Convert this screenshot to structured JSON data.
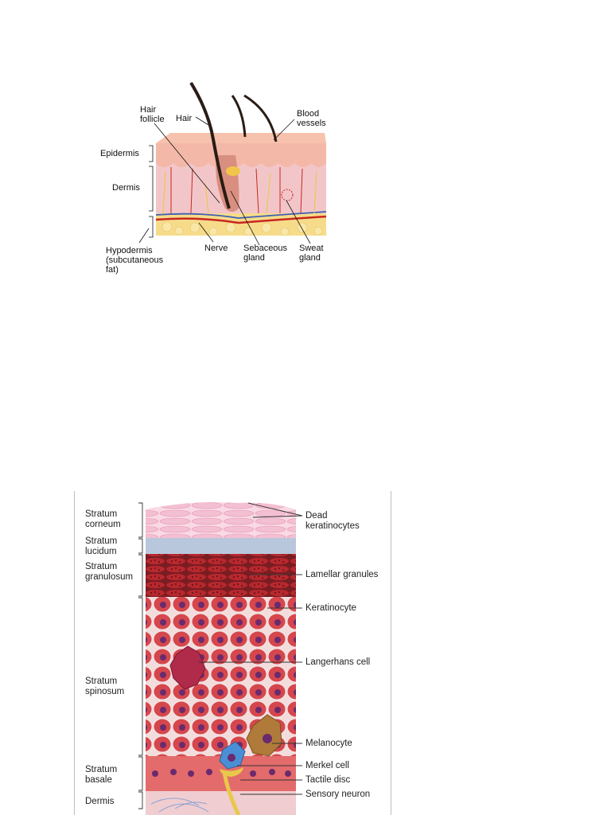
{
  "skin_diagram": {
    "labels": {
      "hair_follicle": "Hair\nfollicle",
      "hair": "Hair",
      "blood_vessels": "Blood\nvessels",
      "epidermis": "Epidermis",
      "dermis": "Dermis",
      "hypodermis": "Hypodermis\n(subcutaneous\nfat)",
      "nerve": "Nerve",
      "sebaceous_gland": "Sebaceous\ngland",
      "sweat_gland": "Sweat\ngland"
    }
  },
  "epidermis_diagram": {
    "layers": {
      "stratum_corneum": "Stratum\ncorneum",
      "stratum_lucidum": "Stratum\nlucidum",
      "stratum_granulosum": "Stratum\ngranulosum",
      "stratum_spinosum": "Stratum\nspinosum",
      "stratum_basale": "Stratum\nbasale",
      "dermis": "Dermis"
    },
    "callouts": {
      "dead_keratinocytes": "Dead\nkeratinocytes",
      "lamellar_granules": "Lamellar granules",
      "keratinocyte": "Keratinocyte",
      "langerhans_cell": "Langerhans cell",
      "melanocyte": "Melanocyte",
      "merkel_cell": "Merkel cell",
      "tactile_disc": "Tactile disc",
      "sensory_neuron": "Sensory neuron"
    }
  },
  "colors": {
    "epidermis_pink": "#f4b8a8",
    "dermis_pink": "#f2c6c9",
    "fat_yellow": "#f6dc8a",
    "vessel_red": "#c8261f",
    "vessel_blue": "#3d5fb8",
    "cell_red": "#d5474c",
    "nucleus_purple": "#6a2a6e",
    "corneum_pink": "#f3bfd2",
    "lucidum_blue": "#b9c7dc"
  }
}
